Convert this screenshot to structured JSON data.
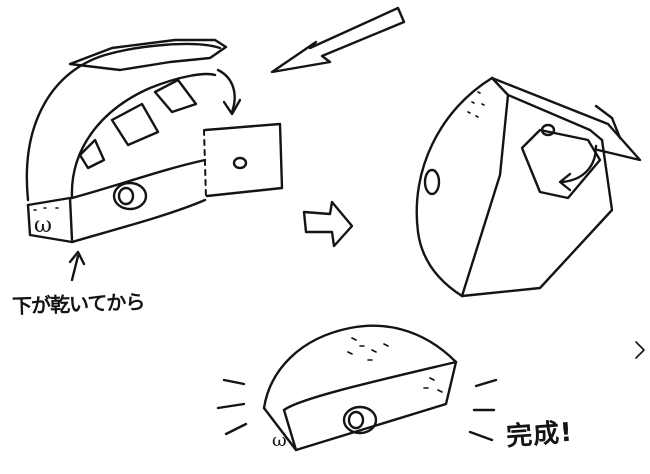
{
  "captions": {
    "after_dry": "下が乾いてから",
    "complete": "完成!"
  },
  "marks": {
    "bottom_letter": "ω"
  },
  "steps": [
    {
      "id": "step-1",
      "subject": "cheese-block-with-flap"
    },
    {
      "id": "step-2",
      "subject": "cheese-block-folded"
    },
    {
      "id": "step-3",
      "subject": "cheese-block-finished"
    }
  ]
}
